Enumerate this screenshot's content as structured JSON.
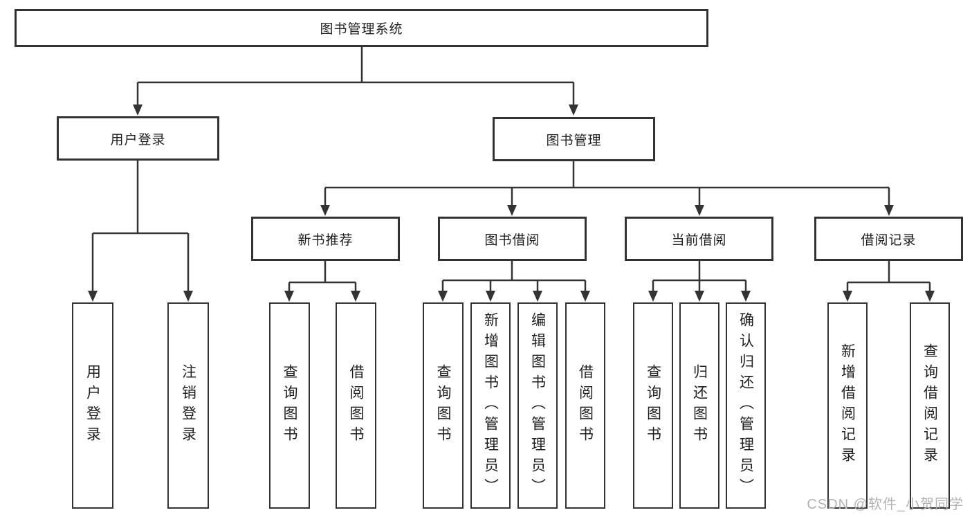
{
  "tree": {
    "root": "图书管理系统",
    "branches": [
      {
        "label": "用户登录",
        "children": [
          "用户登录",
          "注销登录"
        ]
      },
      {
        "label": "图书管理",
        "groups": [
          {
            "label": "新书推荐",
            "children": [
              "查询图书",
              "借阅图书"
            ]
          },
          {
            "label": "图书借阅",
            "children": [
              "查询图书",
              "新增图书（管理员）",
              "编辑图书（管理员）",
              "借阅图书"
            ]
          },
          {
            "label": "当前借阅",
            "children": [
              "查询图书",
              "归还图书",
              "确认归还（管理员）"
            ]
          },
          {
            "label": "借阅记录",
            "children": [
              "新增借阅记录",
              "查询借阅记录"
            ]
          }
        ]
      }
    ]
  },
  "watermark": "CSDN @软件_小贺同学",
  "colors": {
    "line": "#333333",
    "box_border": "#333333",
    "text": "#1f1f1f",
    "watermark": "#b3b3b3",
    "background": "#ffffff"
  }
}
